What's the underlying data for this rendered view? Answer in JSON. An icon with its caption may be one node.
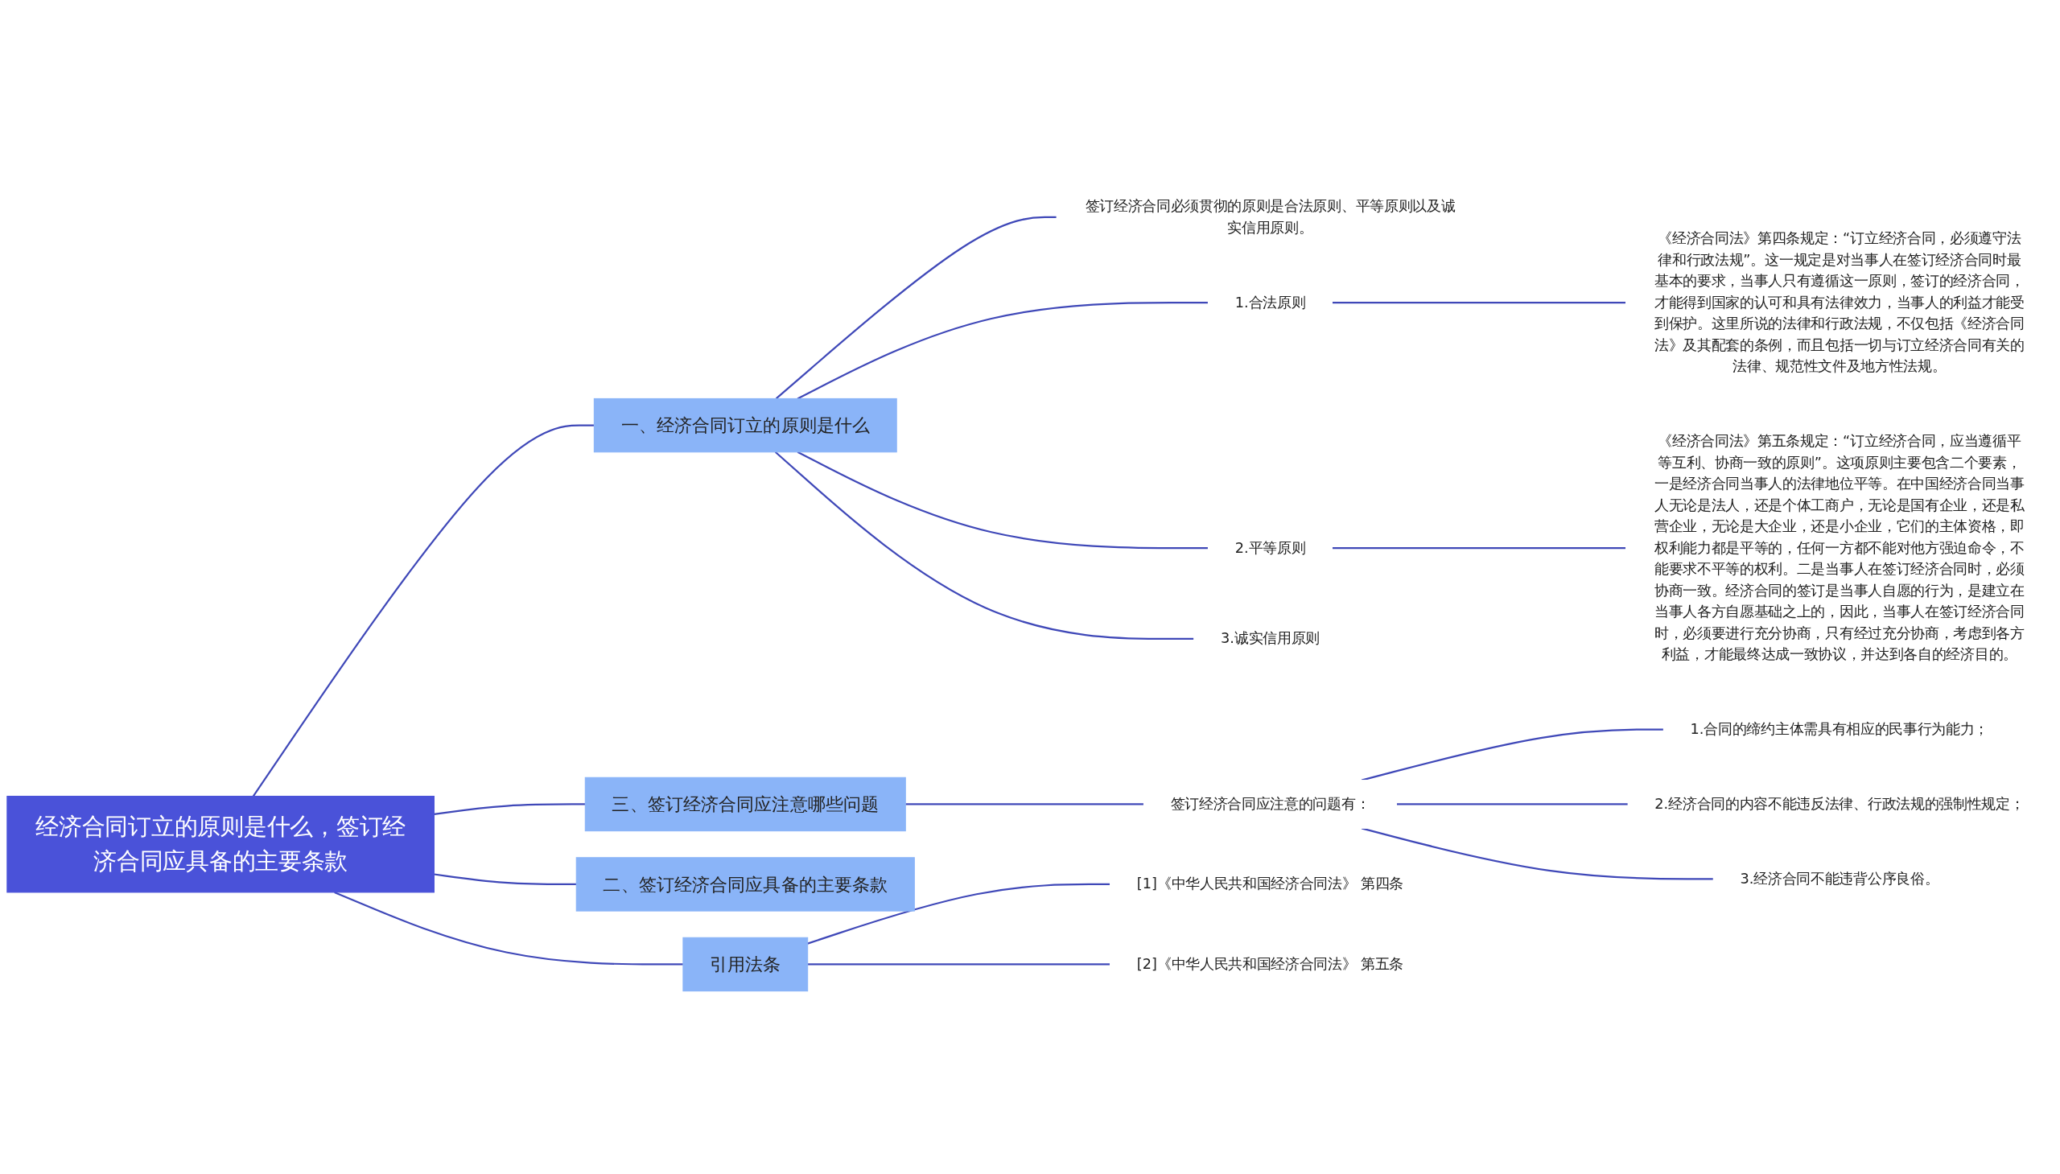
{
  "diagram": {
    "nodes": [
      {
        "text": [
          "经济合同订立的原则是什么，签订经济合同应具备的主要条款"
        ]
      },
      {
        "text": [
          "一、经济合同订立的原则是什么"
        ]
      },
      {
        "text": [
          "签订经济合同必须贯彻的原则是合法原则、平等原则以及诚实信用原则。"
        ]
      },
      {
        "text": [
          "1.合法原则"
        ]
      },
      {
        "text": [
          "《经济合同法》第四条规定：“订立经济合同，必须遵守法律和行政法规”。这一规定是对当事人在签订经济合同时最基本的要求，当事人只有遵循这一原则，签订的经济合同，才能得到国家的认可和具有法律效力，当事人的利益才能受到保护。这里所说的法律和行政法规，不仅包括《经济合同法》及其配套的条例，而且包括一切与订立经济合同有关的法律、规范性文件及地方性法规。"
        ]
      },
      {
        "text": [
          "2.平等原则"
        ]
      },
      {
        "text": [
          "《经济合同法》第五条规定：“订立经济合同，应当遵循平等互利、协商一致的原则”。这项原则主要包含二个要素，一是经济合同当事人的法律地位平等。在中国经济合同当事人无论是法人，还是个体工商户，无论是国有企业，还是私营企业，无论是大企业，还是小企业，它们的主体资格，即权利能力都是平等的，任何一方都不能对他方强迫命令，不能要求不平等的权利。二是当事人在签订经济合同时，必须协商一致。经济合同的签订是当事人自愿的行为，是建立在当事人各方自愿基础之上的，因此，当事人在签订经济合同时，必须要进行充分协商，只有经过充分协商，考虑到各方利益，才能最终达成一致协议，并达到各自的经济目的。"
        ]
      },
      {
        "text": [
          "3.诚实信用原则"
        ]
      },
      {
        "text": [
          "三、签订经济合同应注意哪些问题"
        ]
      },
      {
        "text": [
          "签订经济合同应注意的问题有："
        ]
      },
      {
        "text": [
          "1.合同的缔约主体需具有相应的民事行为能力；"
        ]
      },
      {
        "text": [
          "2.经济合同的内容不能违反法律、行政法规的强制性规定；"
        ]
      },
      {
        "text": [
          "3.经济合同不能违背公序良俗。"
        ]
      },
      {
        "text": [
          "二、签订经济合同应具备的主要条款"
        ]
      },
      {
        "text": [
          "引用法条"
        ]
      },
      {
        "text": [
          "[1]《中华人民共和国经济合同法》 第四条"
        ]
      },
      {
        "text": [
          "[2]《中华人民共和国经济合同法》 第五条"
        ]
      }
    ],
    "edges": [
      {
        "from": 0,
        "to": 1,
        "arrow": "none"
      },
      {
        "from": 1,
        "to": 2,
        "arrow": "none"
      },
      {
        "from": 1,
        "to": 3,
        "arrow": "none"
      },
      {
        "from": 3,
        "to": 4,
        "arrow": "none"
      },
      {
        "from": 1,
        "to": 5,
        "arrow": "none"
      },
      {
        "from": 5,
        "to": 6,
        "arrow": "none"
      },
      {
        "from": 1,
        "to": 7,
        "arrow": "none"
      },
      {
        "from": 0,
        "to": 8,
        "arrow": "none"
      },
      {
        "from": 8,
        "to": 9,
        "arrow": "none"
      },
      {
        "from": 9,
        "to": 10,
        "arrow": "none"
      },
      {
        "from": 9,
        "to": 11,
        "arrow": "none"
      },
      {
        "from": 9,
        "to": 12,
        "arrow": "none"
      },
      {
        "from": 0,
        "to": 13,
        "arrow": "none"
      },
      {
        "from": 0,
        "to": 14,
        "arrow": "none"
      },
      {
        "from": 14,
        "to": 15,
        "arrow": "none"
      },
      {
        "from": 14,
        "to": 16,
        "arrow": "none"
      }
    ]
  }
}
